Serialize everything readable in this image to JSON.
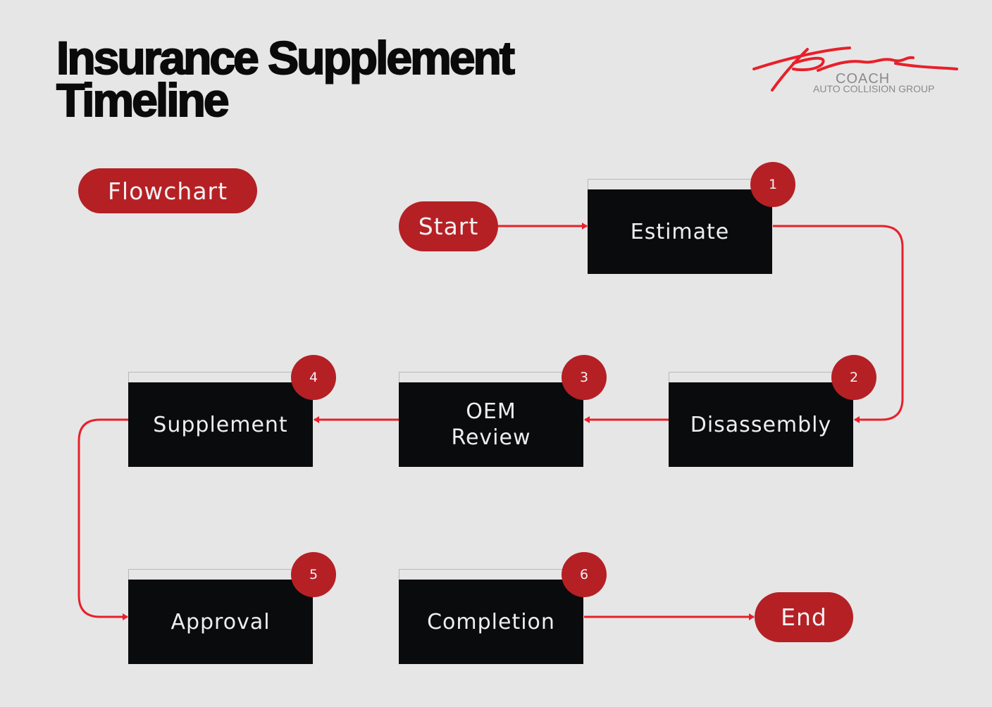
{
  "title": {
    "line1": "Insurance Supplement",
    "line2": "Timeline"
  },
  "logo": {
    "script": "Premier",
    "coach": "COACH",
    "group": "AUTO COLLISION GROUP"
  },
  "badge": "Flowchart",
  "start": "Start",
  "end": "End",
  "steps": [
    {
      "number": "1",
      "label": "Estimate"
    },
    {
      "number": "2",
      "label": "Disassembly"
    },
    {
      "number": "3",
      "label": "OEM Review"
    },
    {
      "number": "4",
      "label": "Supplement"
    },
    {
      "number": "5",
      "label": "Approval"
    },
    {
      "number": "6",
      "label": "Completion"
    }
  ],
  "colors": {
    "accent": "#b52025",
    "arrow": "#e8202a",
    "box": "#0a0b0d",
    "background": "#e6e6e6"
  }
}
